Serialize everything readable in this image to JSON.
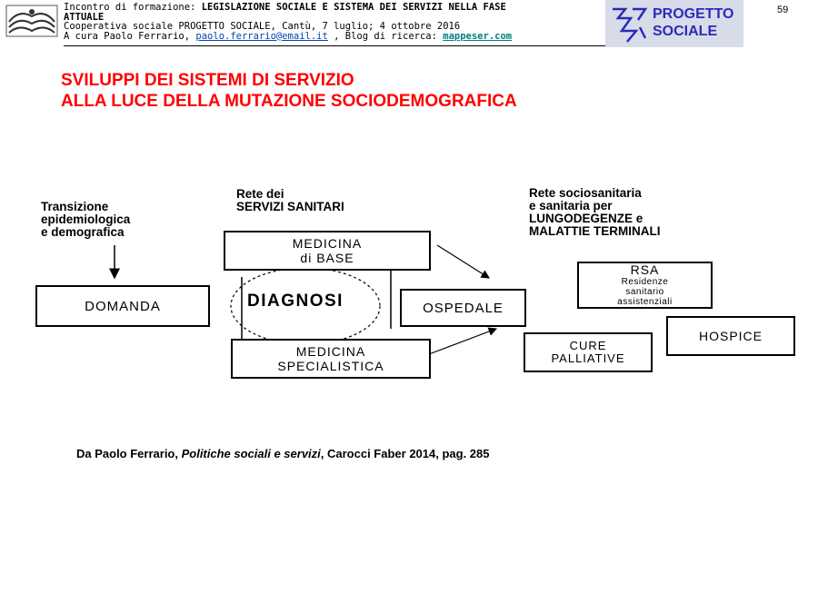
{
  "header": {
    "line1_prefix": "Incontro di formazione: ",
    "line1_bold": "LEGISLAZIONE SOCIALE E SISTEMA DEI SERVIZI NELLA FASE",
    "line2_bold": "ATTUALE",
    "line3": "Cooperativa sociale PROGETTO SOCIALE, Cantù, 7 luglio; 4 ottobre 2016",
    "line4_prefix": "A cura Paolo Ferrario, ",
    "email": "paolo.ferrario@email.it",
    "line4_mid": " , Blog di ricerca: ",
    "blog": "mappeser.com",
    "logo_line1": "PROGETTO",
    "logo_line2": "SOCIALE",
    "page_number": "59"
  },
  "title": {
    "line1": "SVILUPPI DEI SISTEMI DI SERVIZIO",
    "line2": "ALLA LUCE DELLA MUTAZIONE SOCIODEMOGRAFICA"
  },
  "diagram": {
    "col1_heading": [
      "Transizione",
      "epidemiologica",
      "e demografica"
    ],
    "col2_heading": [
      "Rete dei",
      "SERVIZI SANITARI"
    ],
    "col3_heading": [
      "Rete sociosanitaria",
      "e sanitaria per",
      "LUNGODEGENZE e",
      "MALATTIE TERMINALI"
    ],
    "domanda": "DOMANDA",
    "medicina_base": [
      "MEDICINA",
      "di BASE"
    ],
    "diagnosi": "DIAGNOSI",
    "ospedale": "OSPEDALE",
    "medicina_specialistica": [
      "MEDICINA",
      "SPECIALISTICA"
    ],
    "rsa_title": "RSA",
    "rsa_sub": [
      "Residenze",
      "sanitario",
      "assistenziali"
    ],
    "hospice": "HOSPICE",
    "cure_palliative": [
      "CURE",
      "PALLIATIVE"
    ]
  },
  "source": {
    "prefix": "Da Paolo Ferrario, ",
    "book": "Politiche sociali e servizi",
    "suffix": ", Carocci Faber 2014, pag. 285"
  },
  "colors": {
    "title": "#ff0000",
    "logo_bg": "#d8dbe8",
    "logo_text": "#2b2bb8"
  }
}
